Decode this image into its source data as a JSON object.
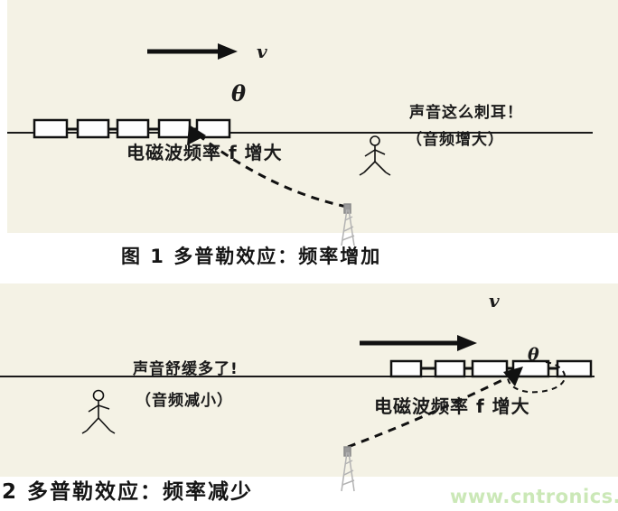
{
  "colors": {
    "panel_background": "#f4f2e5",
    "ink": "#1a1a1a",
    "tower_gray": "#b3b3b3",
    "watermark_green": "#cbe8b7"
  },
  "figure1": {
    "velocity_label": "v",
    "theta_label": "θ",
    "observer_speech": "声音这么刺耳！",
    "observer_note": "（音频增大）",
    "wave_label": "电磁波频率 f 增大",
    "caption": "图 1 多普勒效应：频率增加"
  },
  "figure2": {
    "velocity_label": "v",
    "theta_label": "θ",
    "observer_speech": "声音舒缓多了!",
    "observer_note": "（音频减小）",
    "wave_label": "电磁波频率 f 增大",
    "caption": "2 多普勒效应：频率减少"
  },
  "watermark": "www.cntronics.com"
}
